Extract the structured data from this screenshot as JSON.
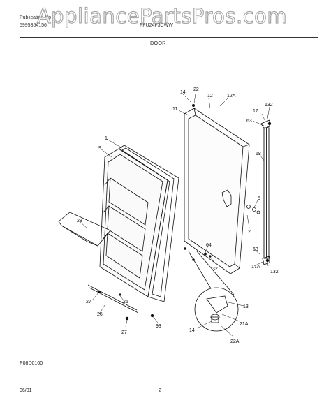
{
  "watermark": "AppliancePartsPros.com",
  "header": {
    "publication_label": "Publication No",
    "publication_number": "5995354156",
    "model": "FFU24F3CWW",
    "section_title": "DOOR"
  },
  "diagram": {
    "part_labels": [
      "1",
      "9",
      "11",
      "12",
      "12A",
      "14",
      "22",
      "17",
      "132",
      "63",
      "18",
      "5",
      "2",
      "64",
      "32",
      "63",
      "17A",
      "132",
      "28",
      "27",
      "25",
      "26",
      "27",
      "93",
      "13",
      "21A",
      "14",
      "22A"
    ],
    "figure_code": "P08D0160"
  },
  "footer": {
    "date": "06/01",
    "page": "2"
  }
}
